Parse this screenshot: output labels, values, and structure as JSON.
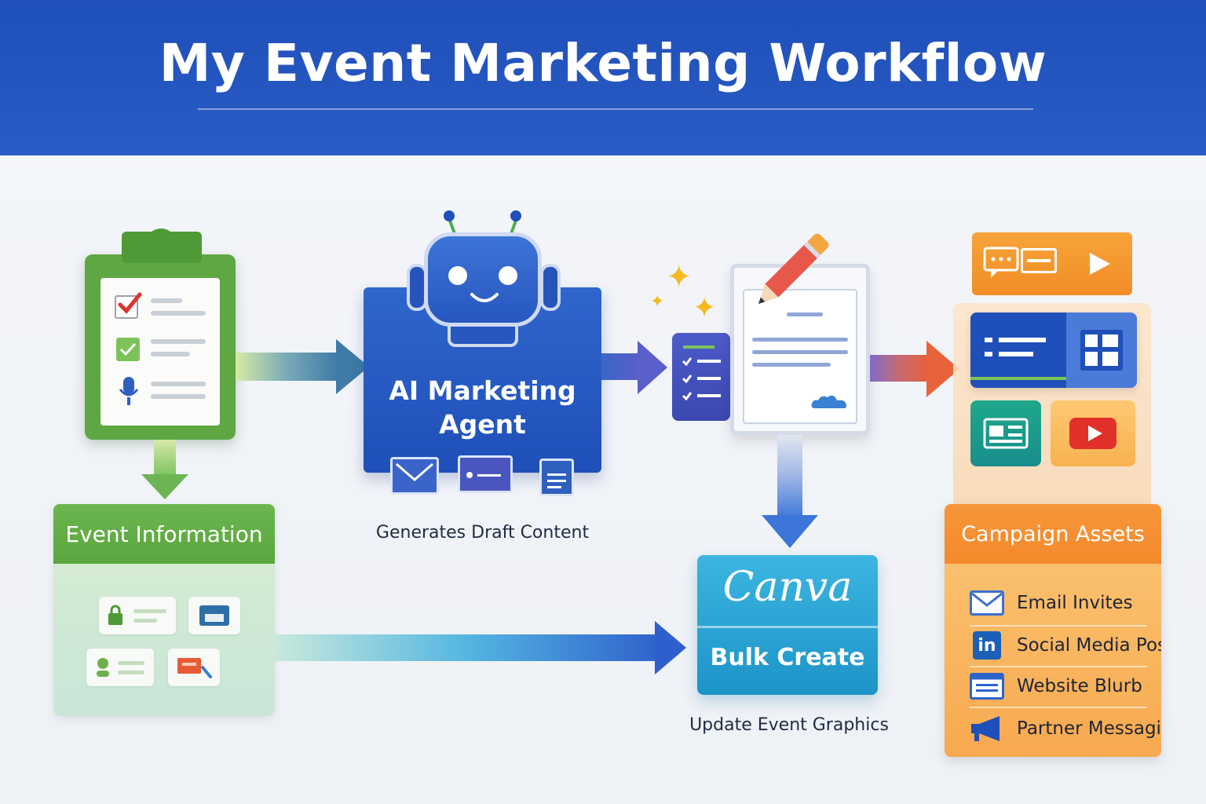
{
  "title": "My Event Marketing Workflow",
  "event_info": {
    "label": "Event Information"
  },
  "agent": {
    "label_line1": "AI Marketing",
    "label_line2": "Agent",
    "caption": "Generates Draft Content"
  },
  "canva": {
    "logo": "Canva",
    "action": "Bulk Create",
    "caption": "Update Event Graphics"
  },
  "campaign": {
    "label": "Campaign Assets",
    "items": [
      {
        "label": "Email Invites",
        "icon": "envelope-icon"
      },
      {
        "label": "Social Media Post",
        "icon": "linkedin-icon",
        "icon_text": "in"
      },
      {
        "label": "Website Blurb",
        "icon": "webpage-icon"
      },
      {
        "label": "Partner Messaging",
        "icon": "megaphone-icon"
      }
    ]
  },
  "colors": {
    "header_blue": "#1f4fb8",
    "event_green": "#5ea743",
    "agent_blue": "#2a5cc6",
    "canva_cyan": "#2aa6d6",
    "assets_orange": "#f48a2c"
  }
}
